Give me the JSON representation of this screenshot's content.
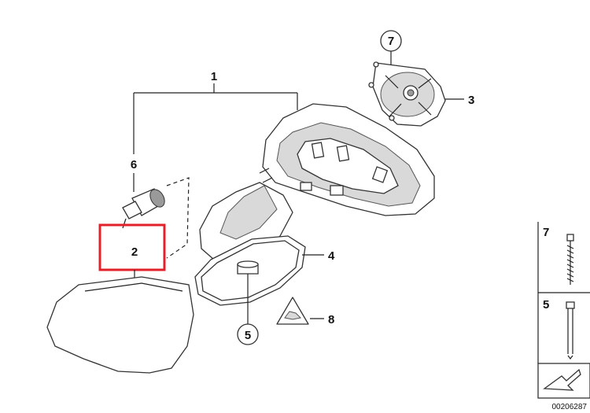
{
  "callouts": {
    "part_1": "1",
    "part_2": "2",
    "part_3": "3",
    "part_4": "4",
    "part_5": "5",
    "part_6": "6",
    "part_7": "7",
    "part_8": "8"
  },
  "sidebar": {
    "screw_7_label": "7",
    "screw_5_label": "5"
  },
  "reference_code": "00206287",
  "highlight_color": "#e0202a"
}
